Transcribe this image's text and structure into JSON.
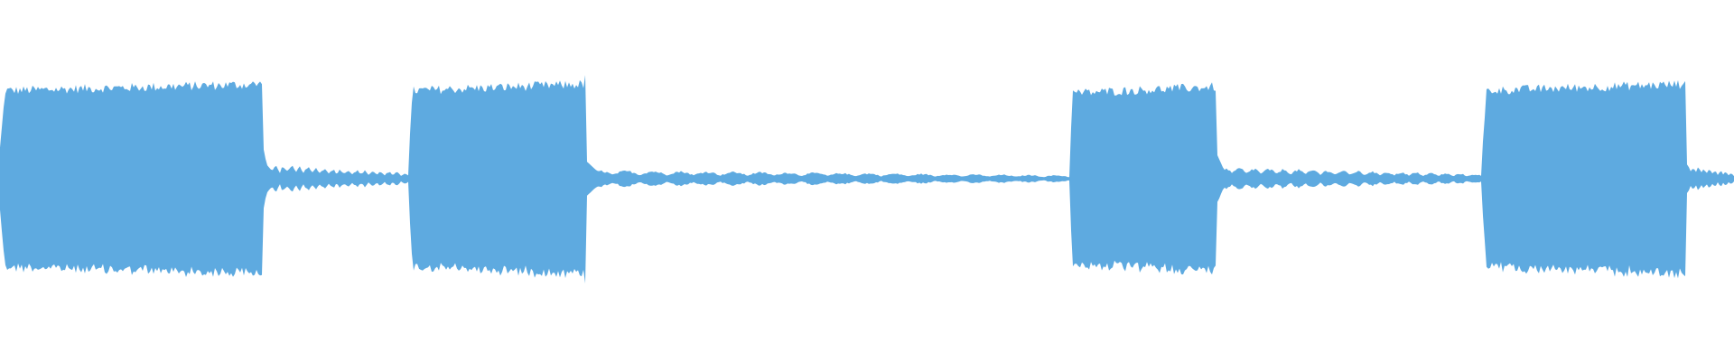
{
  "waveform": {
    "color": "#5eaae0",
    "background": "#ffffff",
    "duration_fraction_segments": [
      {
        "kind": "loud",
        "start": 0.0,
        "end": 0.152,
        "amplitude": 0.72
      },
      {
        "kind": "quiet",
        "start": 0.152,
        "end": 0.236,
        "amplitude": 0.1
      },
      {
        "kind": "loud",
        "start": 0.236,
        "end": 0.338,
        "amplitude": 0.72
      },
      {
        "kind": "quiet",
        "start": 0.338,
        "end": 0.617,
        "amplitude": 0.06
      },
      {
        "kind": "loud",
        "start": 0.617,
        "end": 0.702,
        "amplitude": 0.7
      },
      {
        "kind": "quiet",
        "start": 0.702,
        "end": 0.855,
        "amplitude": 0.08
      },
      {
        "kind": "loud",
        "start": 0.855,
        "end": 0.972,
        "amplitude": 0.72
      },
      {
        "kind": "quiet",
        "start": 0.972,
        "end": 1.0,
        "amplitude": 0.1
      }
    ]
  }
}
